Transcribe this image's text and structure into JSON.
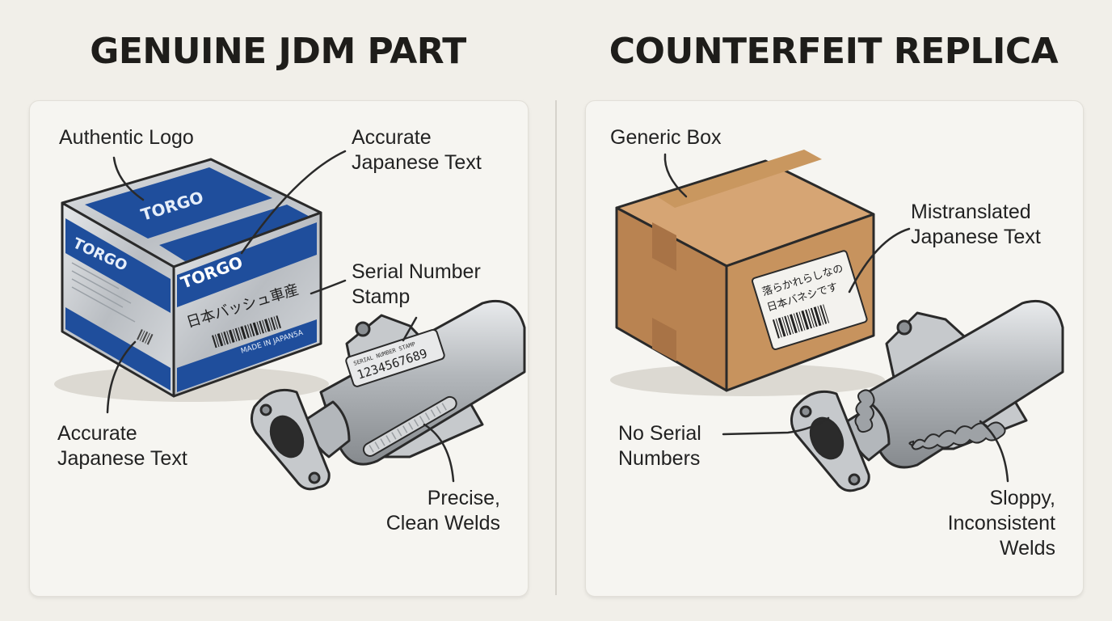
{
  "headings": {
    "left": "GENUINE JDM PART",
    "right": "COUNTERFEIT REPLICA"
  },
  "genuine": {
    "box_brand": "TORGO",
    "box_japanese_text": "日本バッシュ車産",
    "box_made_in": "MADE IN JAPAN5A",
    "serial_stamp_title": "SERIAL NUMBER STAMP",
    "serial_stamp_number": "1234567689",
    "labels": {
      "authentic_logo": "Authentic Logo",
      "accurate_japanese_top": [
        "Accurate",
        "Japanese Text"
      ],
      "serial_number_stamp": [
        "Serial Number",
        "Stamp"
      ],
      "accurate_japanese_bottom": [
        "Accurate",
        "Japanese Text"
      ],
      "clean_welds": [
        "Precise,",
        "Clean Welds"
      ]
    }
  },
  "counterfeit": {
    "box_sticker_text": [
      "落らかれらしなの",
      "日本バネシです"
    ],
    "labels": {
      "generic_box": "Generic Box",
      "mistranslated": [
        "Mistranslated",
        "Japanese Text"
      ],
      "no_serial": [
        "No Serial",
        "Numbers"
      ],
      "sloppy_welds": [
        "Sloppy,",
        "Inconsistent",
        "Welds"
      ]
    }
  },
  "colors": {
    "box_blue": "#1f4e9c",
    "box_silver": "#c9cdd2",
    "cardboard": "#c7935e",
    "pipe_metal": "#b8bcc0",
    "outline": "#2a2a2a"
  }
}
